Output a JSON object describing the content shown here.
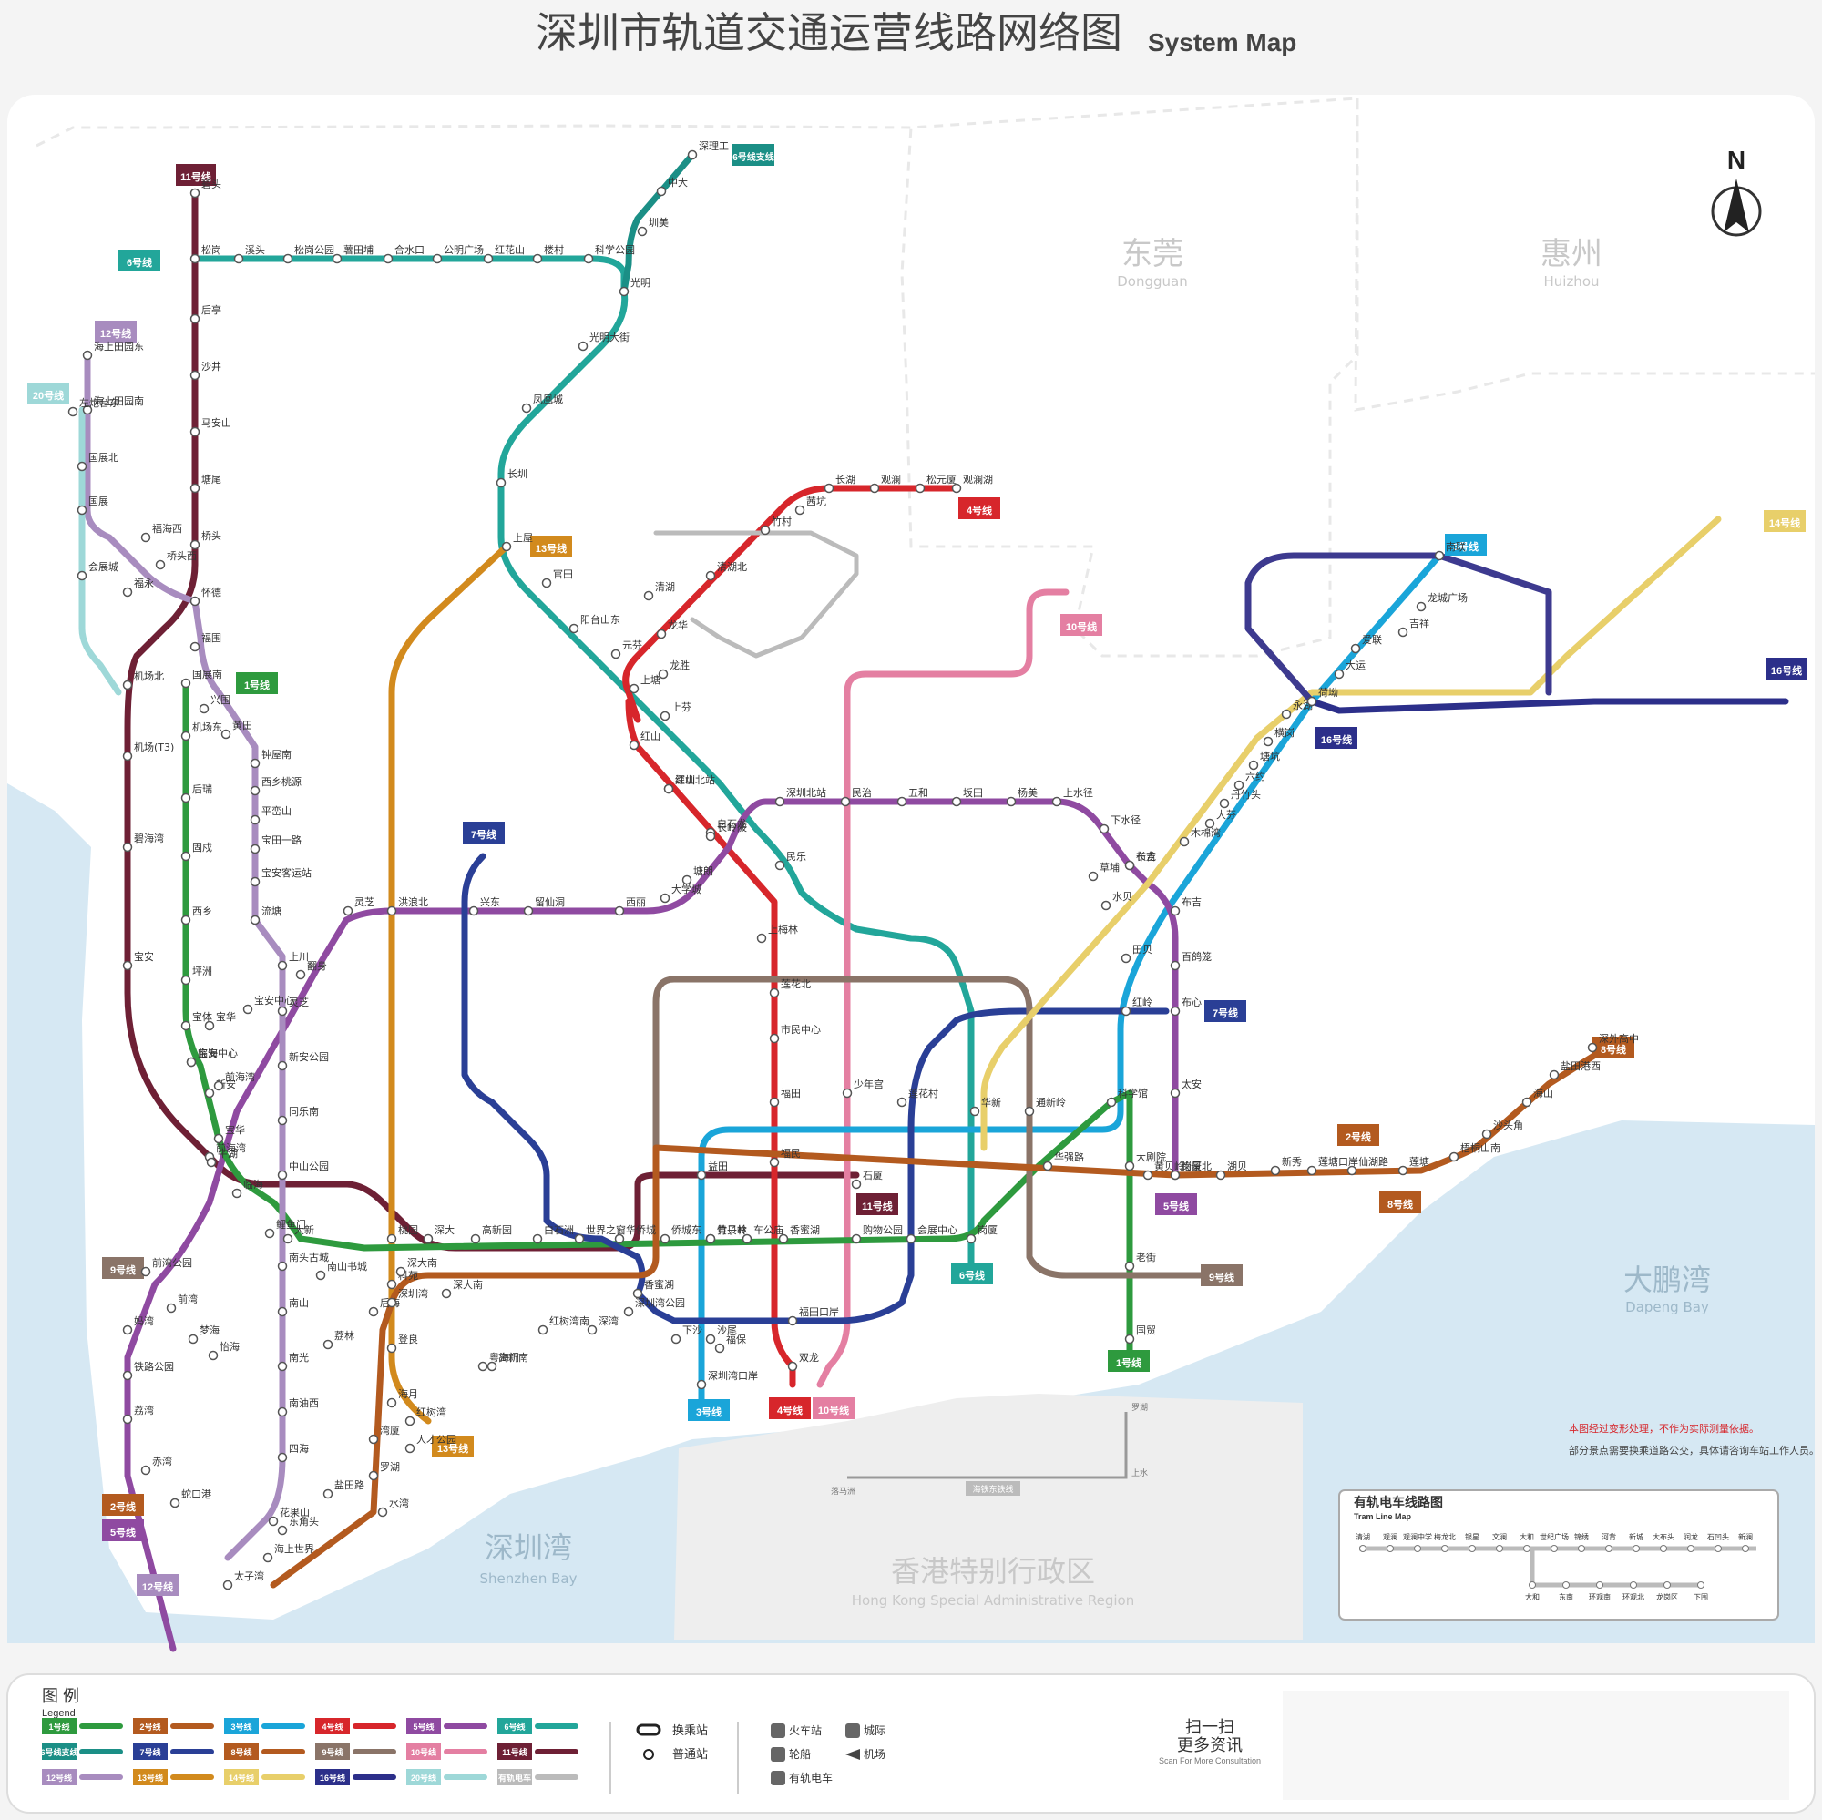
{
  "title": {
    "cn": "深圳市轨道交通运营线路网络图",
    "en": "System Map"
  },
  "regions": [
    {
      "cn": "东莞",
      "en": "Dongguan"
    },
    {
      "cn": "惠州",
      "en": "Huizhou"
    },
    {
      "cn": "深圳湾",
      "en": "Shenzhen Bay"
    },
    {
      "cn": "大鹏湾",
      "en": "Dapeng Bay"
    },
    {
      "cn": "香港特别行政区",
      "en": "Hong Kong Special Administrative Region"
    }
  ],
  "north_label": "N",
  "lines": [
    {
      "id": "1",
      "label": "1号线",
      "color": "#2e9a3e"
    },
    {
      "id": "2",
      "label": "2号线",
      "color": "#b35a1f"
    },
    {
      "id": "3",
      "label": "3号线",
      "color": "#1aa5d9"
    },
    {
      "id": "4",
      "label": "4号线",
      "color": "#d7262b"
    },
    {
      "id": "5",
      "label": "5号线",
      "color": "#8f4aa1"
    },
    {
      "id": "6",
      "label": "6号线",
      "color": "#22a69a"
    },
    {
      "id": "6b",
      "label": "6号线支线",
      "color": "#1b8f86"
    },
    {
      "id": "7",
      "label": "7号线",
      "color": "#2a3f96"
    },
    {
      "id": "8",
      "label": "8号线",
      "color": "#b35a1f"
    },
    {
      "id": "9",
      "label": "9号线",
      "color": "#8a7468"
    },
    {
      "id": "10",
      "label": "10号线",
      "color": "#e47fa2"
    },
    {
      "id": "11",
      "label": "11号线",
      "color": "#6e2035"
    },
    {
      "id": "12",
      "label": "12号线",
      "color": "#a88cbf"
    },
    {
      "id": "13",
      "label": "13号线",
      "color": "#d28a1d"
    },
    {
      "id": "14",
      "label": "14号线",
      "color": "#e8cf6a"
    },
    {
      "id": "16",
      "label": "16号线",
      "color": "#2c2f8a"
    },
    {
      "id": "20",
      "label": "20号线",
      "color": "#9ed8d8"
    },
    {
      "id": "tram",
      "label": "有轨电车",
      "color": "#bbbbbb"
    }
  ],
  "stations": [
    {
      "n": "碧头"
    },
    {
      "n": "松岗"
    },
    {
      "n": "后亭"
    },
    {
      "n": "沙井"
    },
    {
      "n": "马安山"
    },
    {
      "n": "塘尾"
    },
    {
      "n": "桥头"
    },
    {
      "n": "福永"
    },
    {
      "n": "机场北"
    },
    {
      "n": "机场(T3)"
    },
    {
      "n": "碧海湾"
    },
    {
      "n": "宝安"
    },
    {
      "n": "前海湾"
    },
    {
      "n": "溪头"
    },
    {
      "n": "松岗公园"
    },
    {
      "n": "薯田埔"
    },
    {
      "n": "合水口"
    },
    {
      "n": "公明广场"
    },
    {
      "n": "红花山"
    },
    {
      "n": "楼村"
    },
    {
      "n": "科学公园"
    },
    {
      "n": "光明"
    },
    {
      "n": "光明大街"
    },
    {
      "n": "凤凰城"
    },
    {
      "n": "长圳"
    },
    {
      "n": "上屋"
    },
    {
      "n": "官田"
    },
    {
      "n": "阳台山东"
    },
    {
      "n": "元芬"
    },
    {
      "n": "上芬"
    },
    {
      "n": "红山"
    },
    {
      "n": "深理工"
    },
    {
      "n": "中大"
    },
    {
      "n": "圳美"
    },
    {
      "n": "海上田园东"
    },
    {
      "n": "海上田园南"
    },
    {
      "n": "国展北"
    },
    {
      "n": "国展"
    },
    {
      "n": "福海西"
    },
    {
      "n": "桥头西"
    },
    {
      "n": "怀德"
    },
    {
      "n": "福围"
    },
    {
      "n": "兴围"
    },
    {
      "n": "黄田"
    },
    {
      "n": "钟屋南"
    },
    {
      "n": "西乡桃源"
    },
    {
      "n": "平峦山"
    },
    {
      "n": "宝田一路"
    },
    {
      "n": "宝安客运站"
    },
    {
      "n": "流塘"
    },
    {
      "n": "上川"
    },
    {
      "n": "灵芝"
    },
    {
      "n": "新安公园"
    },
    {
      "n": "同乐南"
    },
    {
      "n": "中山公园"
    },
    {
      "n": "南头古城"
    },
    {
      "n": "南山"
    },
    {
      "n": "南光"
    },
    {
      "n": "南油西"
    },
    {
      "n": "四海"
    },
    {
      "n": "花果山"
    },
    {
      "n": "海上世界"
    },
    {
      "n": "太子湾"
    },
    {
      "n": "左炮台东"
    },
    {
      "n": "会展城"
    },
    {
      "n": "国展南"
    },
    {
      "n": "机场东"
    },
    {
      "n": "后瑞"
    },
    {
      "n": "固戍"
    },
    {
      "n": "西乡"
    },
    {
      "n": "坪洲"
    },
    {
      "n": "宝体"
    },
    {
      "n": "宝安中心"
    },
    {
      "n": "新安"
    },
    {
      "n": "宝华"
    },
    {
      "n": "临海"
    },
    {
      "n": "鲤鱼门"
    },
    {
      "n": "大新"
    },
    {
      "n": "桃园"
    },
    {
      "n": "深大"
    },
    {
      "n": "高新园"
    },
    {
      "n": "白石洲"
    },
    {
      "n": "世界之窗"
    },
    {
      "n": "华侨城"
    },
    {
      "n": "侨城东"
    },
    {
      "n": "竹子林"
    },
    {
      "n": "车公庙"
    },
    {
      "n": "香蜜湖"
    },
    {
      "n": "购物公园"
    },
    {
      "n": "会展中心"
    },
    {
      "n": "岗厦"
    },
    {
      "n": "华强路"
    },
    {
      "n": "科学馆"
    },
    {
      "n": "大剧院"
    },
    {
      "n": "老街"
    },
    {
      "n": "国贸"
    },
    {
      "n": "罗湖"
    },
    {
      "n": "湾厦"
    },
    {
      "n": "海月"
    },
    {
      "n": "登良"
    },
    {
      "n": "后海"
    },
    {
      "n": "科苑"
    },
    {
      "n": "深大南"
    },
    {
      "n": "高新南"
    },
    {
      "n": "红树湾南"
    },
    {
      "n": "深湾"
    },
    {
      "n": "深圳湾公园"
    },
    {
      "n": "下沙"
    },
    {
      "n": "沙尾"
    },
    {
      "n": "石厦"
    },
    {
      "n": "岗厦北"
    },
    {
      "n": "黄贝岭"
    },
    {
      "n": "湖贝"
    },
    {
      "n": "新秀"
    },
    {
      "n": "莲塘口岸"
    },
    {
      "n": "仙湖路"
    },
    {
      "n": "莲塘"
    },
    {
      "n": "梧桐山南"
    },
    {
      "n": "沙头角"
    },
    {
      "n": "海山"
    },
    {
      "n": "盐田港西"
    },
    {
      "n": "深外高中"
    },
    {
      "n": "盐田路"
    },
    {
      "n": "水湾"
    },
    {
      "n": "东角头"
    },
    {
      "n": "蛇口港"
    },
    {
      "n": "赤湾"
    },
    {
      "n": "荔湾"
    },
    {
      "n": "铁路公园"
    },
    {
      "n": "妈湾"
    },
    {
      "n": "前湾公园"
    },
    {
      "n": "前湾"
    },
    {
      "n": "梦海"
    },
    {
      "n": "怡海"
    },
    {
      "n": "荔林"
    },
    {
      "n": "南山书城"
    },
    {
      "n": "深大南"
    },
    {
      "n": "粤海门"
    },
    {
      "n": "红树湾"
    },
    {
      "n": "人才公园"
    },
    {
      "n": "深圳湾口岸"
    },
    {
      "n": "福保"
    },
    {
      "n": "益田"
    },
    {
      "n": "福田"
    },
    {
      "n": "少年宫"
    },
    {
      "n": "莲花村"
    },
    {
      "n": "华新"
    },
    {
      "n": "通新岭"
    },
    {
      "n": "红岭"
    },
    {
      "n": "田贝"
    },
    {
      "n": "水贝"
    },
    {
      "n": "草埔"
    },
    {
      "n": "布吉"
    },
    {
      "n": "木棉湾"
    },
    {
      "n": "大芬"
    },
    {
      "n": "丹竹头"
    },
    {
      "n": "六约"
    },
    {
      "n": "塘坑"
    },
    {
      "n": "横岗"
    },
    {
      "n": "永湖"
    },
    {
      "n": "荷坳"
    },
    {
      "n": "大运"
    },
    {
      "n": "爱联"
    },
    {
      "n": "吉祥"
    },
    {
      "n": "龙城广场"
    },
    {
      "n": "南联"
    },
    {
      "n": "双龙"
    },
    {
      "n": "福田口岸"
    },
    {
      "n": "福民"
    },
    {
      "n": "市民中心"
    },
    {
      "n": "莲花北"
    },
    {
      "n": "上梅林"
    },
    {
      "n": "民乐"
    },
    {
      "n": "白石龙"
    },
    {
      "n": "深圳北站"
    },
    {
      "n": "红山"
    },
    {
      "n": "上塘"
    },
    {
      "n": "龙胜"
    },
    {
      "n": "龙华"
    },
    {
      "n": "清湖"
    },
    {
      "n": "清湖北"
    },
    {
      "n": "竹村"
    },
    {
      "n": "茜坑"
    },
    {
      "n": "长湖"
    },
    {
      "n": "观澜"
    },
    {
      "n": "松元厦"
    },
    {
      "n": "观澜湖"
    },
    {
      "n": "牛湖"
    },
    {
      "n": "前海湾"
    },
    {
      "n": "临海"
    },
    {
      "n": "宝华"
    },
    {
      "n": "宝安中心"
    },
    {
      "n": "翻身"
    },
    {
      "n": "灵芝"
    },
    {
      "n": "洪浪北"
    },
    {
      "n": "兴东"
    },
    {
      "n": "留仙洞"
    },
    {
      "n": "西丽"
    },
    {
      "n": "大学城"
    },
    {
      "n": "塘朗"
    },
    {
      "n": "长岭陂"
    },
    {
      "n": "深圳北站"
    },
    {
      "n": "民治"
    },
    {
      "n": "五和"
    },
    {
      "n": "坂田"
    },
    {
      "n": "杨美"
    },
    {
      "n": "上水径"
    },
    {
      "n": "下水径"
    },
    {
      "n": "长龙"
    },
    {
      "n": "布吉"
    },
    {
      "n": "百鸽笼"
    },
    {
      "n": "布心"
    },
    {
      "n": "太安"
    },
    {
      "n": "怡景"
    },
    {
      "n": "黄贝岭"
    },
    {
      "n": "香蜜湖"
    },
    {
      "n": "深圳湾"
    },
    {
      "n": "南海"
    }
  ],
  "tram_map": {
    "title_cn": "有轨电车线路图",
    "title_en": "Tram Line Map",
    "stations": [
      "清湖",
      "观澜",
      "观澜中学",
      "梅龙北",
      "银星",
      "文澜",
      "大和",
      "世纪广场",
      "锦绣",
      "河背",
      "新城",
      "大布头",
      "润龙",
      "石凹头",
      "新澜"
    ],
    "branch": [
      "大和",
      "东南",
      "环观南",
      "环观北",
      "龙岗区",
      "下围"
    ]
  },
  "notes": [
    "本图经过变形处理，不作为实际测量依据。",
    "部分景点需要换乘道路公交，具体请咨询车站工作人员。"
  ],
  "legend": {
    "title_cn": "图 例",
    "title_en": "Legend",
    "transfer": "换乘站",
    "common": "普通站",
    "train": "火车站",
    "intercity": "城际",
    "ferry": "轮船",
    "airport": "机场",
    "tram": "有轨电车"
  },
  "scan": {
    "cn1": "扫一扫",
    "cn2": "更多资讯",
    "en": "Scan For More Consultation"
  },
  "hk_labels": {
    "tunnel": "海铁东铁线",
    "lomas": "罗湖",
    "shangshui": "上水",
    "lokma": "落马洲"
  }
}
